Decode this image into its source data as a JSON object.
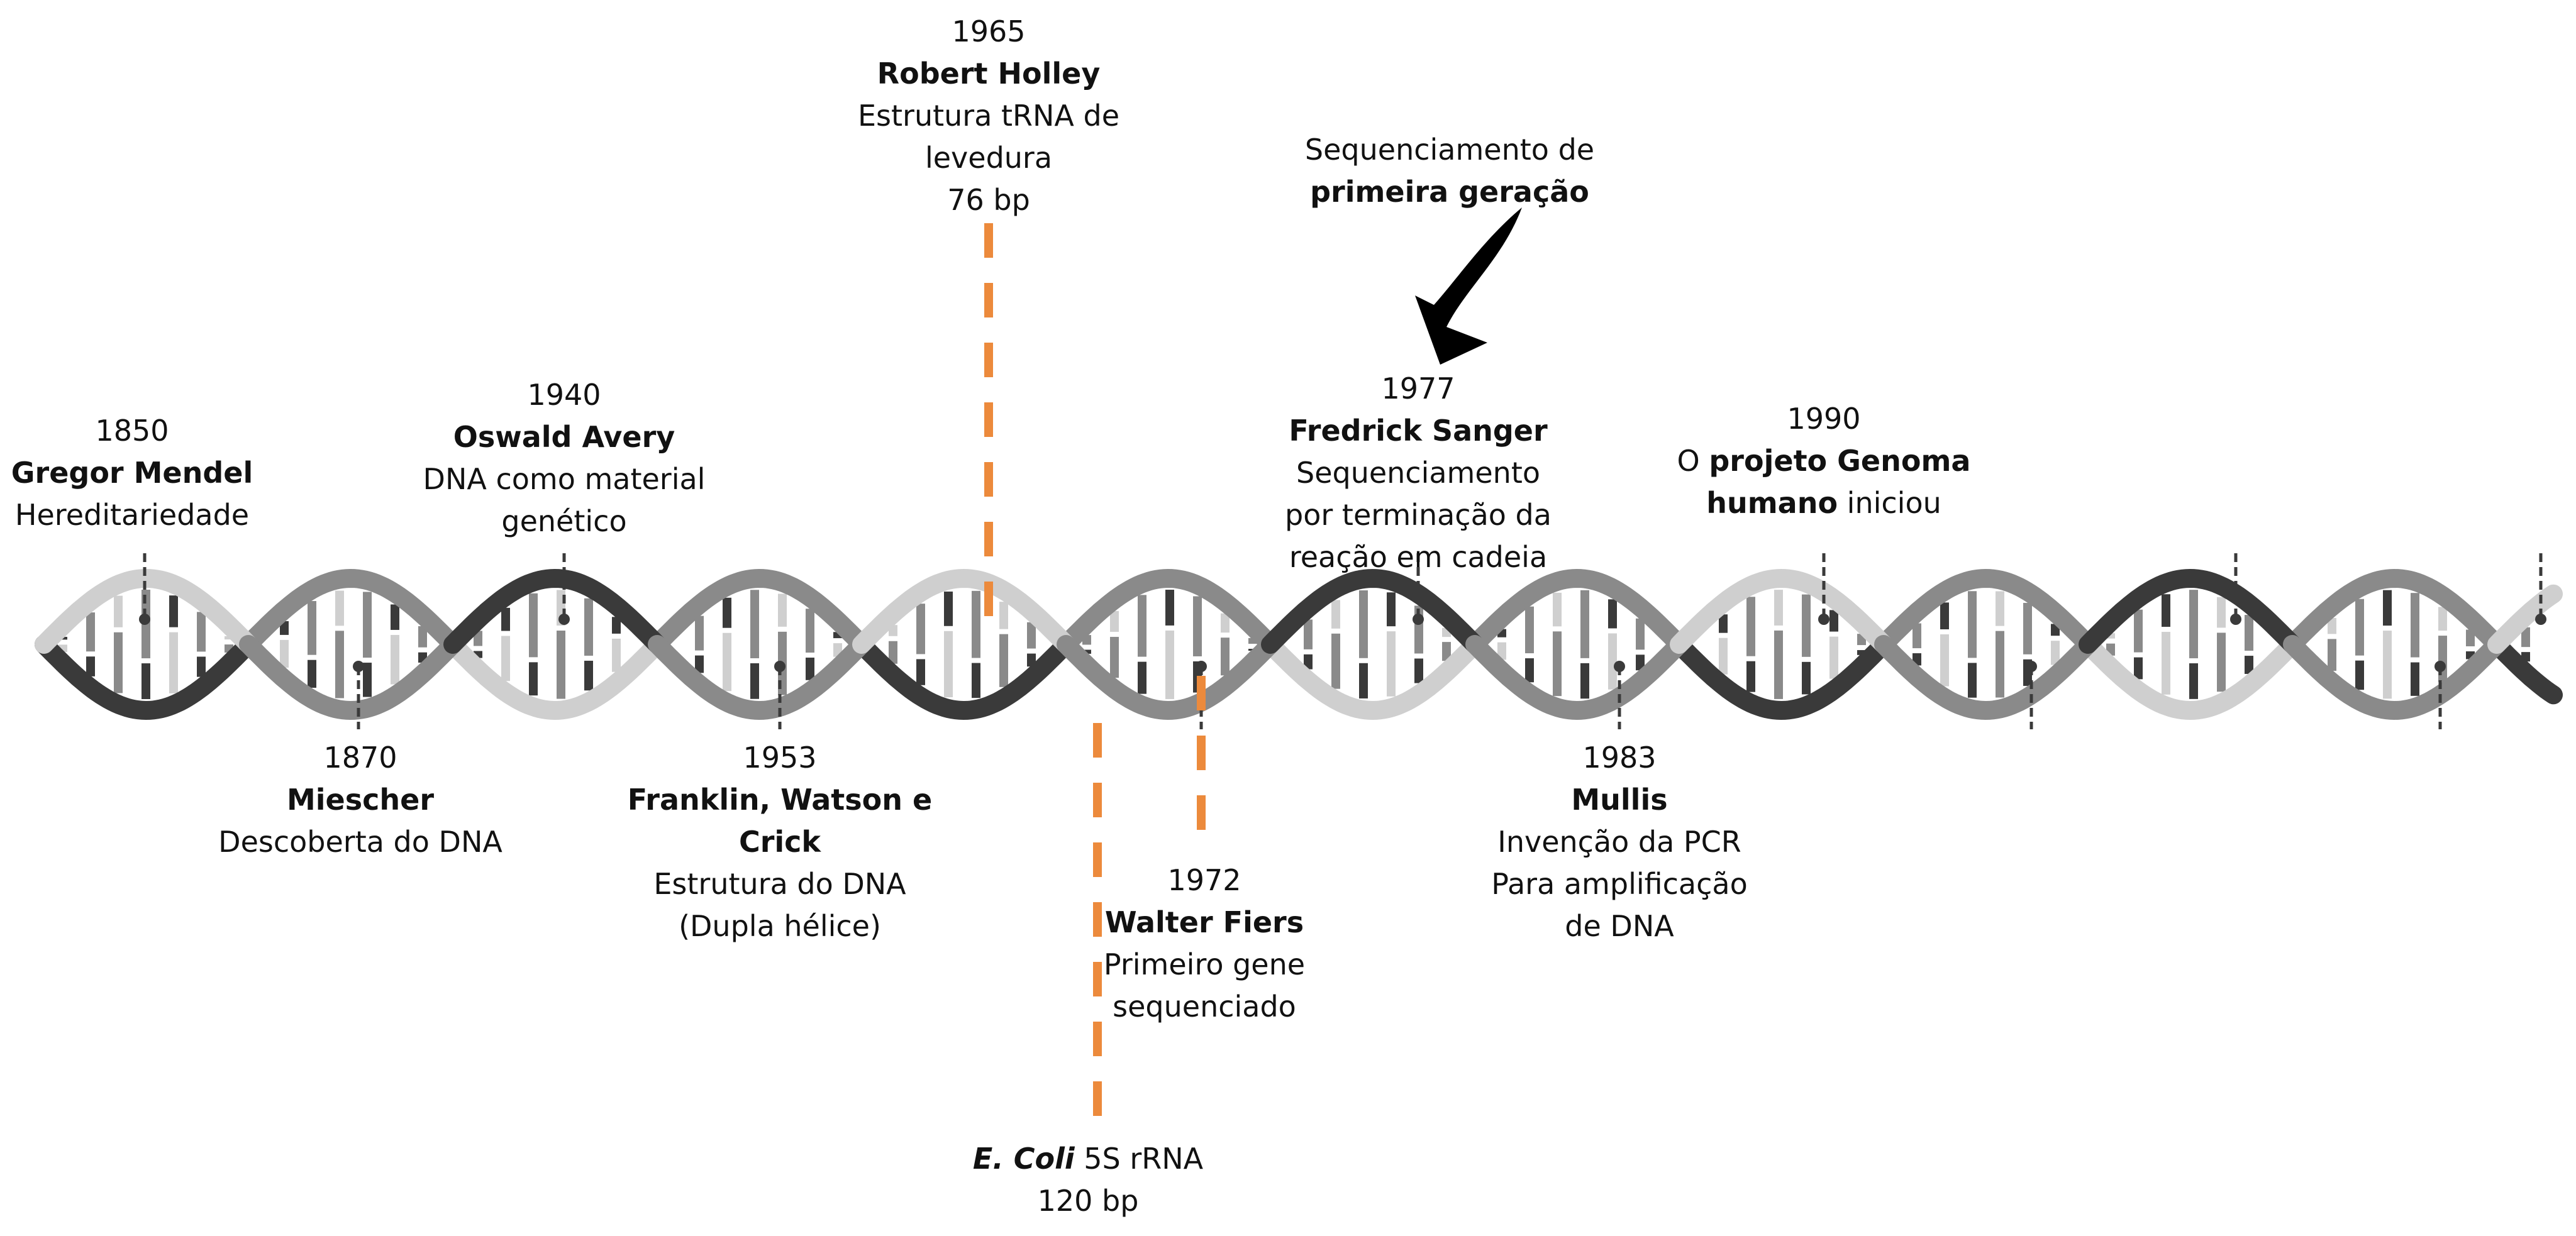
{
  "events_top": [
    {
      "year": "1850",
      "name": "Gregor Mendel",
      "desc": [
        "Hereditariedade"
      ]
    },
    {
      "year": "1940",
      "name": "Oswald Avery",
      "desc": [
        "DNA como material",
        "genético"
      ]
    },
    {
      "year": "1965",
      "name": "Robert Holley",
      "desc": [
        "Estrutura tRNA de",
        "levedura",
        "76 bp"
      ]
    },
    {
      "year": "1977",
      "name": "Fredrick Sanger",
      "desc": [
        "Sequenciamento",
        "por terminação da",
        "reação em cadeia"
      ]
    }
  ],
  "events_1990": {
    "year": "1990",
    "pre": "O ",
    "bold1": "projeto Genoma",
    "bold2": "humano",
    "post": " iniciou"
  },
  "events_bottom": [
    {
      "year": "1870",
      "name": "Miescher",
      "desc": [
        "Descoberta do DNA"
      ]
    },
    {
      "year": "1953",
      "name": "Franklin, Watson e",
      "name2": "Crick",
      "desc": [
        "Estrutura do DNA",
        "(Dupla hélice)"
      ]
    },
    {
      "year": "1972",
      "name": "Walter Fiers",
      "desc": [
        "Primeiro gene",
        "sequenciado"
      ]
    },
    {
      "year": "1983",
      "name": "Mullis",
      "desc": [
        "Invenção da PCR",
        "Para amplificação",
        "de DNA"
      ]
    }
  ],
  "ecoli": {
    "italic": "E. Coli",
    "rest": " 5S rRNA",
    "size": "120 bp"
  },
  "arrow_note": {
    "line1": "Sequenciamento de",
    "line2": "primeira geração"
  },
  "colors": {
    "orange": "#ec8a3c",
    "dark": "#3a3a3a",
    "mid": "#8a8a8a",
    "light": "#cfcfcf"
  }
}
